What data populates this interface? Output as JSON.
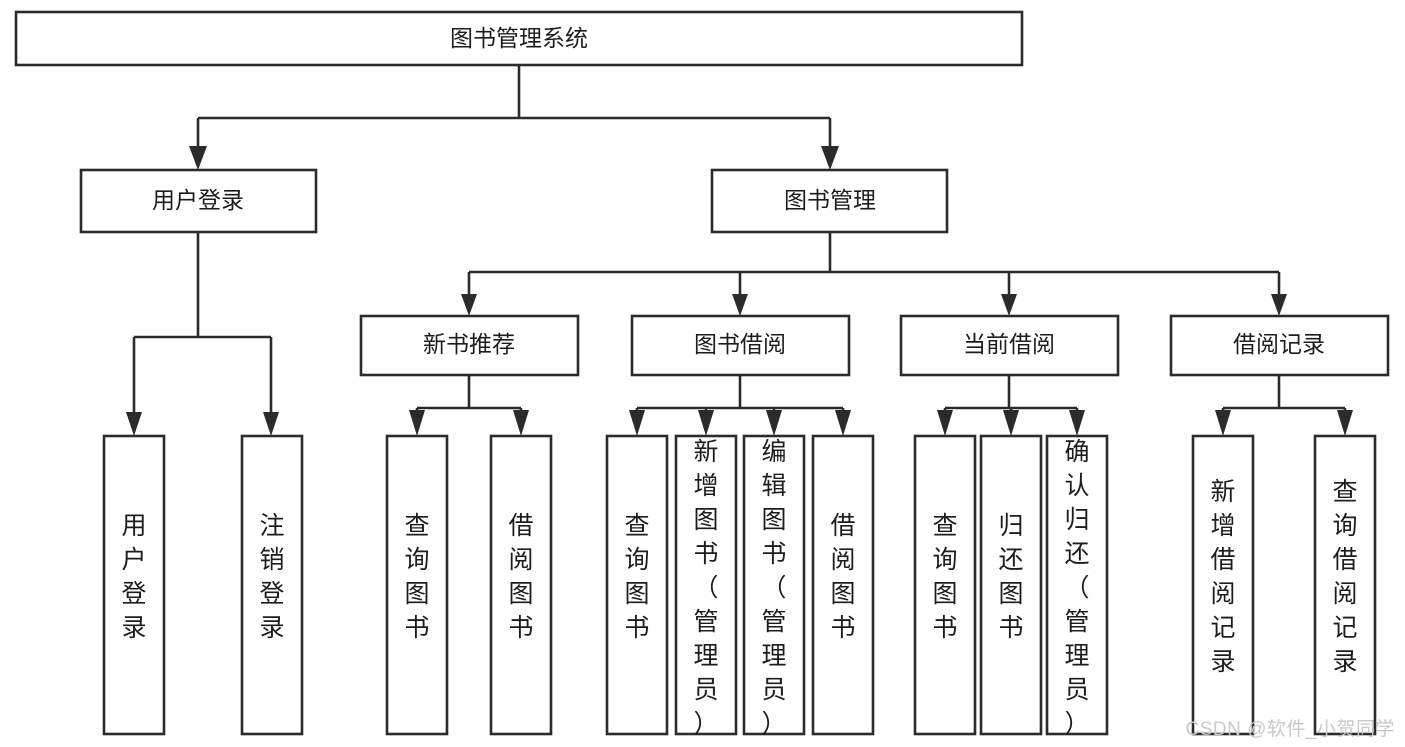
{
  "diagram": {
    "type": "tree",
    "title": "图书管理系统",
    "orientation": "top-down",
    "root": {
      "label": "图书管理系统",
      "children": [
        {
          "label": "用户登录",
          "children": [
            {
              "label": "用户登录"
            },
            {
              "label": "注销登录"
            }
          ]
        },
        {
          "label": "图书管理",
          "children": [
            {
              "label": "新书推荐",
              "children": [
                {
                  "label": "查询图书"
                },
                {
                  "label": "借阅图书"
                }
              ]
            },
            {
              "label": "图书借阅",
              "children": [
                {
                  "label": "查询图书"
                },
                {
                  "label": "新增图书（管理员）"
                },
                {
                  "label": "编辑图书（管理员）"
                },
                {
                  "label": "借阅图书"
                }
              ]
            },
            {
              "label": "当前借阅",
              "children": [
                {
                  "label": "查询图书"
                },
                {
                  "label": "归还图书"
                },
                {
                  "label": "确认归还（管理员）"
                }
              ]
            },
            {
              "label": "借阅记录",
              "children": [
                {
                  "label": "新增借阅记录"
                },
                {
                  "label": "查询借阅记录"
                }
              ]
            }
          ]
        }
      ]
    }
  },
  "nodes": {
    "root": "图书管理系统",
    "l1_user_login": "用户登录",
    "l1_book_mgmt": "图书管理",
    "l2_new_book_rec": "新书推荐",
    "l2_book_borrow": "图书借阅",
    "l2_current_borrow": "当前借阅",
    "l2_borrow_record": "借阅记录",
    "leaf_user_login": "用户登录",
    "leaf_logout": "注销登录",
    "leaf_rec_query": "查询图书",
    "leaf_rec_borrow": "借阅图书",
    "leaf_borrow_query": "查询图书",
    "leaf_borrow_add": "新增图书（管理员）",
    "leaf_borrow_edit": "编辑图书（管理员）",
    "leaf_borrow_lend": "借阅图书",
    "leaf_cur_query": "查询图书",
    "leaf_cur_return": "归还图书",
    "leaf_cur_confirm": "确认归还（管理员）",
    "leaf_rec_add": "新增借阅记录",
    "leaf_rec_search": "查询借阅记录"
  },
  "watermark": {
    "text": "CSDN @软件_小贺同学"
  },
  "colors": {
    "stroke": "#2b2b2b",
    "fill": "#ffffff",
    "text": "#1d1d1d",
    "watermark": "#c9c9c9"
  }
}
